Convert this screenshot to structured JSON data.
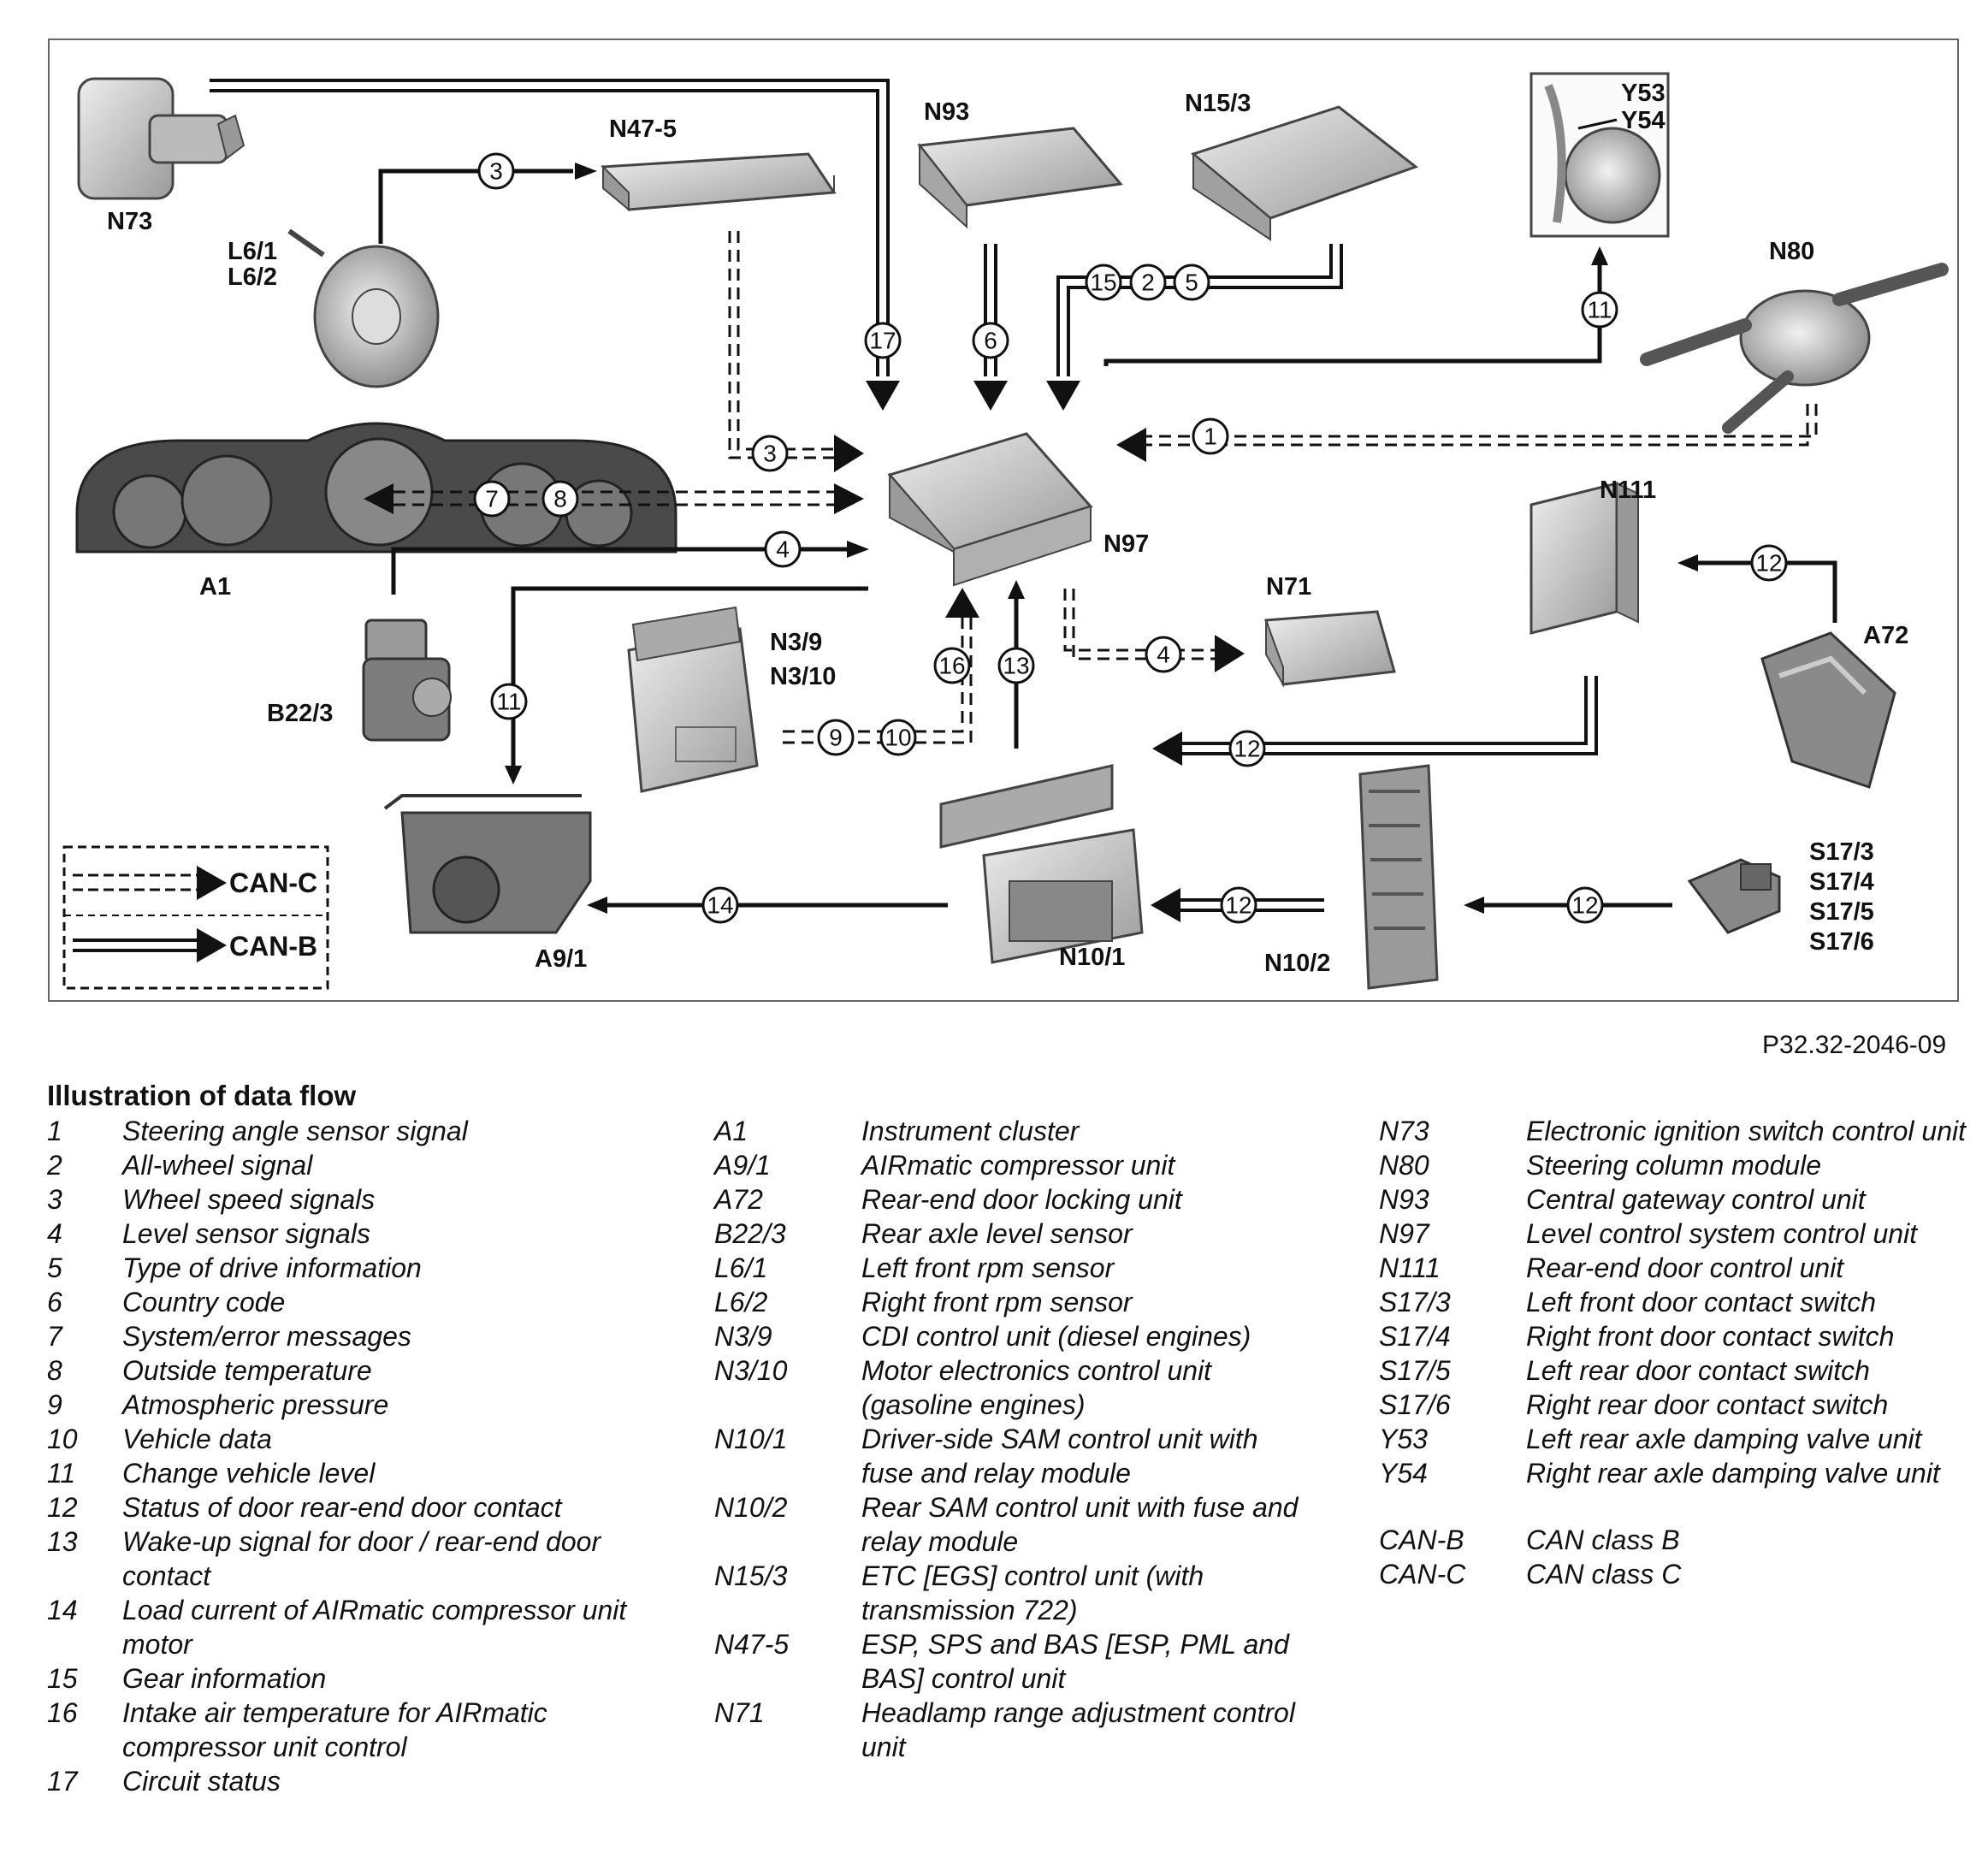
{
  "diagram": {
    "components": {
      "N73": "N73",
      "L6": [
        "L6/1",
        "L6/2"
      ],
      "N47_5": "N47-5",
      "N93": "N93",
      "N15_3": "N15/3",
      "Y53_Y54": [
        "Y53",
        "Y54"
      ],
      "N80": "N80",
      "A1": "A1",
      "N97": "N97",
      "N111": "N111",
      "A72": "A72",
      "B22_3": "B22/3",
      "N3": [
        "N3/9",
        "N3/10"
      ],
      "N71": "N71",
      "A9_1": "A9/1",
      "N10_1": "N10/1",
      "N10_2": "N10/2",
      "S17": [
        "S17/3",
        "S17/4",
        "S17/5",
        "S17/6"
      ]
    },
    "signal_numbers": {
      "n3a": "3",
      "n17": "17",
      "n6": "6",
      "n15": "15",
      "n2": "2",
      "n5": "5",
      "n11a": "11",
      "n1": "1",
      "n3b": "3",
      "n7": "7",
      "n8": "8",
      "n4a": "4",
      "n12a": "12",
      "n4b": "4",
      "n11b": "11",
      "n16": "16",
      "n13": "13",
      "n9": "9",
      "n10": "10",
      "n12b": "12",
      "n14": "14",
      "n12c": "12",
      "n12d": "12"
    },
    "legend": {
      "can_c": "CAN-C",
      "can_b": "CAN-B"
    },
    "figure_id": "P32.32-2046-09"
  },
  "caption": {
    "title": "Illustration of data flow",
    "signals": [
      {
        "code": "1",
        "desc": "Steering angle sensor signal"
      },
      {
        "code": "2",
        "desc": "All-wheel signal"
      },
      {
        "code": "3",
        "desc": "Wheel speed signals"
      },
      {
        "code": "4",
        "desc": "Level sensor signals"
      },
      {
        "code": "5",
        "desc": "Type of drive information"
      },
      {
        "code": "6",
        "desc": "Country code"
      },
      {
        "code": "7",
        "desc": "System/error messages"
      },
      {
        "code": "8",
        "desc": "Outside temperature"
      },
      {
        "code": "9",
        "desc": "Atmospheric pressure"
      },
      {
        "code": "10",
        "desc": "Vehicle data"
      },
      {
        "code": "11",
        "desc": "Change vehicle level"
      },
      {
        "code": "12",
        "desc": "Status of door rear-end door contact"
      },
      {
        "code": "13",
        "desc": "Wake-up signal for door / rear-end door contact"
      },
      {
        "code": "14",
        "desc": "Load current of AIRmatic compressor unit motor"
      },
      {
        "code": "15",
        "desc": "Gear information"
      },
      {
        "code": "16",
        "desc": "Intake air temperature for AIRmatic compressor unit control"
      },
      {
        "code": "17",
        "desc": "Circuit status"
      }
    ],
    "components_a": [
      {
        "code": "A1",
        "desc": "Instrument cluster"
      },
      {
        "code": "A9/1",
        "desc": "AIRmatic compressor unit"
      },
      {
        "code": "A72",
        "desc": "Rear-end door locking unit"
      },
      {
        "code": "B22/3",
        "desc": "Rear axle level sensor"
      },
      {
        "code": "L6/1",
        "desc": "Left front rpm sensor"
      },
      {
        "code": "L6/2",
        "desc": "Right front rpm sensor"
      },
      {
        "code": "N3/9",
        "desc": "CDI control unit (diesel engines)"
      },
      {
        "code": "N3/10",
        "desc": "Motor electronics control unit (gasoline engines)"
      },
      {
        "code": "N10/1",
        "desc": "Driver-side SAM control unit with fuse and relay module"
      },
      {
        "code": "N10/2",
        "desc": "Rear SAM control unit with fuse and relay module"
      },
      {
        "code": "N15/3",
        "desc": "ETC [EGS] control unit (with transmission 722)"
      },
      {
        "code": "N47-5",
        "desc": "ESP, SPS and BAS [ESP, PML and BAS] control unit"
      },
      {
        "code": "N71",
        "desc": "Headlamp range adjustment control unit"
      }
    ],
    "components_b": [
      {
        "code": "N73",
        "desc": "Electronic ignition switch control unit"
      },
      {
        "code": "N80",
        "desc": "Steering column module"
      },
      {
        "code": "N93",
        "desc": "Central gateway control unit"
      },
      {
        "code": "N97",
        "desc": "Level control system control unit"
      },
      {
        "code": "N111",
        "desc": "Rear-end door control unit"
      },
      {
        "code": "S17/3",
        "desc": "Left front door contact switch"
      },
      {
        "code": "S17/4",
        "desc": "Right front door contact switch"
      },
      {
        "code": "S17/5",
        "desc": "Left rear door contact switch"
      },
      {
        "code": "S17/6",
        "desc": "Right rear door contact switch"
      },
      {
        "code": "Y53",
        "desc": "Left rear axle damping valve unit"
      },
      {
        "code": "Y54",
        "desc": "Right rear axle damping valve unit"
      }
    ],
    "bus_legend": [
      {
        "code": "CAN-B",
        "desc": "CAN class B"
      },
      {
        "code": "CAN-C",
        "desc": "CAN class C"
      }
    ]
  },
  "colors": {
    "line": "#000000",
    "component_fill": "#c8c8c8",
    "frame": "#666666"
  }
}
